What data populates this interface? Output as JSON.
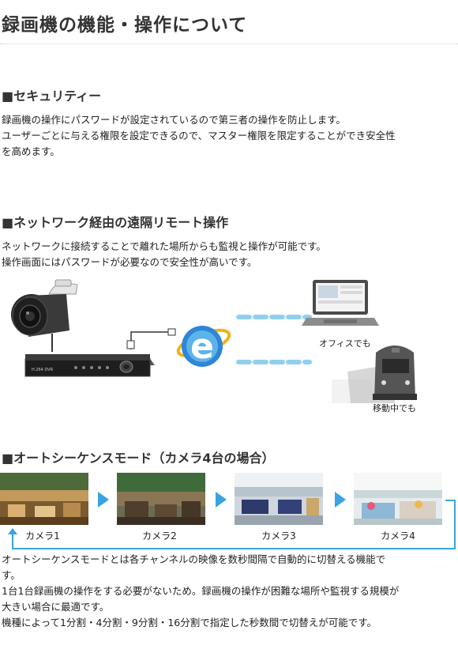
{
  "page_title": "録画機の機能・操作について",
  "sections": {
    "security": {
      "heading": "■セキュリティー",
      "lines": [
        "録画機の操作にパスワードが設定されているので第三者の操作を防止します。",
        "ユーザーごとに与える権限を設定できるので、マスター権限を限定することができ安全性",
        "を高めます。"
      ]
    },
    "network": {
      "heading": "■ネットワーク経由の遠隔リモート操作",
      "lines": [
        "ネットワークに接続することで離れた場所からも監視と操作が可能です。",
        "操作画面にはパスワードが必要なので安全性が高いです。"
      ],
      "diagram": {
        "dvr_label": "H.264 DVR",
        "office_label": "オフィスでも",
        "train_label": "移動中でも"
      }
    },
    "autosequence": {
      "heading": "■オートシーケンスモード（カメラ4台の場合）",
      "cameras": [
        "カメラ1",
        "カメラ2",
        "カメラ3",
        "カメラ4"
      ],
      "lines": [
        "オートシーケンスモードとは各チャンネルの映像を数秒間隔で自動的に切替える機能で",
        "す。",
        "1台1台録画機の操作をする必要がないため。録画機の操作が困難な場所や監視する規模が",
        "大きい場合に最適です。",
        "機種によって1分割・4分割・9分割・16分割で指定した秒数間で切替えが可能です。"
      ]
    }
  },
  "colors": {
    "accent_blue": "#3aa3e0",
    "dash_blue": "#8fd0f0",
    "heading_gray": "#333333"
  }
}
